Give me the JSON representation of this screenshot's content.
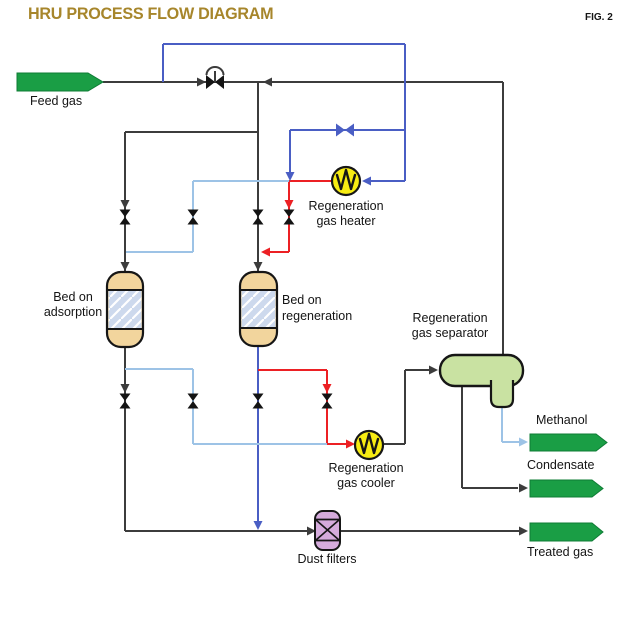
{
  "header": {
    "title": "HRU PROCESS FLOW DIAGRAM",
    "figure_label": "FIG. 2"
  },
  "streams": {
    "feed_gas": "Feed gas",
    "methanol": "Methanol",
    "condensate": "Condensate",
    "treated_gas": "Treated gas"
  },
  "equipment": {
    "bed_adsorption_line1": "Bed on",
    "bed_adsorption_line2": "adsorption",
    "bed_regeneration_line1": "Bed on",
    "bed_regeneration_line2": "regeneration",
    "regen_heater_line1": "Regeneration",
    "regen_heater_line2": "gas heater",
    "regen_cooler_line1": "Regeneration",
    "regen_cooler_line2": "gas cooler",
    "regen_separator_line1": "Regeneration",
    "regen_separator_line2": "gas separator",
    "dust_filters": "Dust filters"
  },
  "colors": {
    "title_gold": "#a7862b",
    "line_black": "#3c3c3c",
    "line_blue": "#4a5ec4",
    "line_light_blue": "#9dc3e6",
    "line_red": "#ec2024",
    "stream_green": "#1a9e45",
    "exchanger_yellow": "#f7ec13",
    "vessel_tan": "#f2d59d",
    "bed_fill_blue": "#cdd9ed",
    "separator_green": "#c9e2a2",
    "filter_lavender": "#d5abdc",
    "outline_black": "#161616"
  }
}
